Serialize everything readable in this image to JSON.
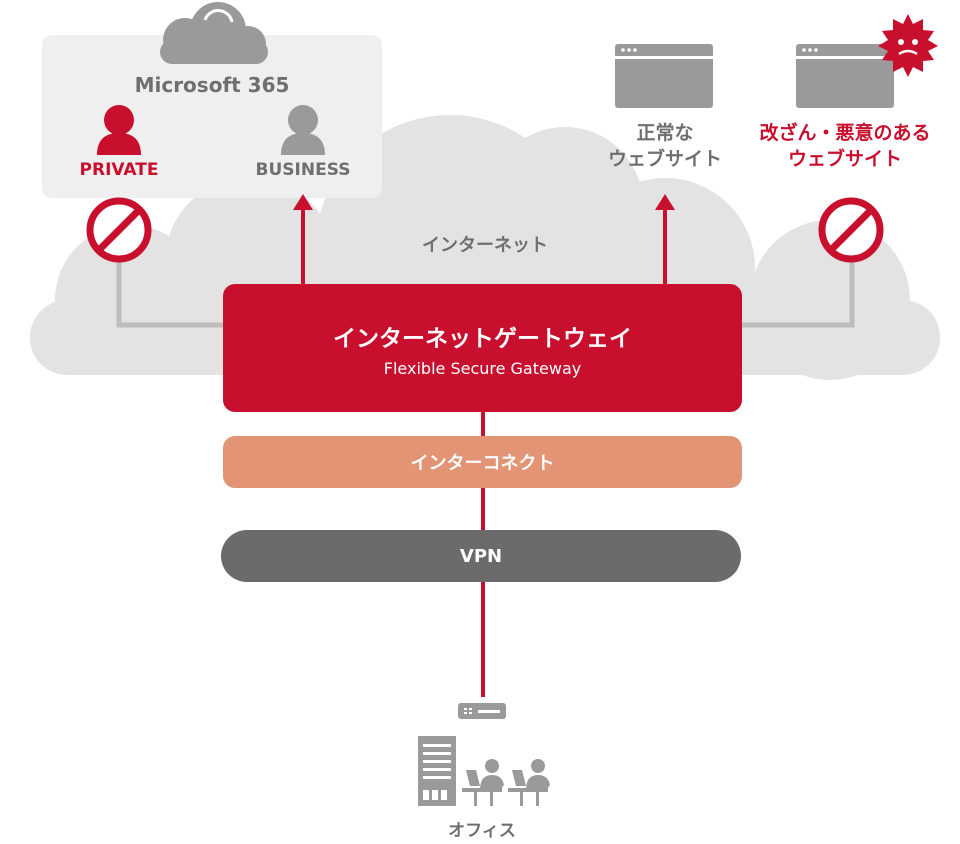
{
  "colors": {
    "accent_red": "#c8102e",
    "cloud_gray": "#e3e3e3",
    "icon_gray": "#9a9a9a",
    "interconnect": "#e39475",
    "vpn_gray": "#6b6b6b",
    "line_gray": "#bdbdbd"
  },
  "microsoft365": {
    "title": "Microsoft 365",
    "private_label": "PRIVATE",
    "business_label": "BUSINESS"
  },
  "internet_label": "インターネット",
  "normal_site": {
    "line1": "正常な",
    "line2": "ウェブサイト"
  },
  "malicious_site": {
    "line1": "改ざん・悪意のある",
    "line2": "ウェブサイト"
  },
  "gateway": {
    "title": "インターネットゲートウェイ",
    "subtitle": "Flexible Secure Gateway"
  },
  "interconnect_label": "インターコネクト",
  "vpn_label": "VPN",
  "office_label": "オフィス"
}
